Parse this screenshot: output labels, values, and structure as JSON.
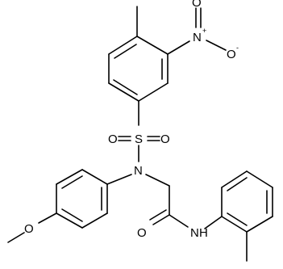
{
  "atoms": {
    "nitro_n": "N",
    "nitro_n_charge": "+",
    "nitro_o_top": "O",
    "nitro_o_right": "O",
    "nitro_o_right_charge": "-",
    "sulfonyl_s": "S",
    "sulfonyl_o_left": "O",
    "sulfonyl_o_right": "O",
    "sulfonamide_n": "N",
    "ether_o": "O",
    "amide_o": "O",
    "amide_n": "N",
    "amide_h": "H"
  }
}
